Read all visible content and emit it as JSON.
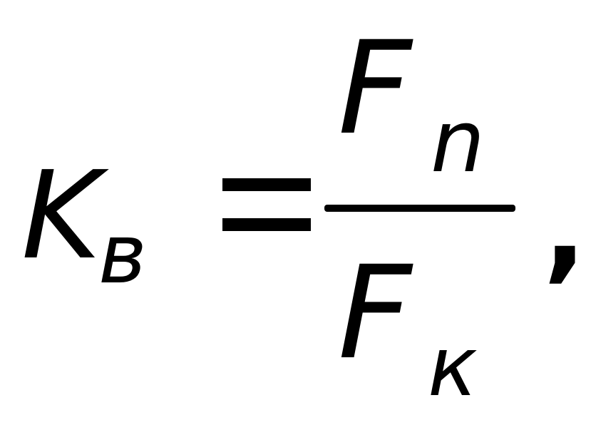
{
  "formula": {
    "lhs_symbol": "K",
    "lhs_subscript": "в",
    "numerator_symbol": "F",
    "numerator_subscript": "n",
    "denominator_symbol": "F",
    "denominator_subscript": "к",
    "trailing_punctuation": ","
  }
}
